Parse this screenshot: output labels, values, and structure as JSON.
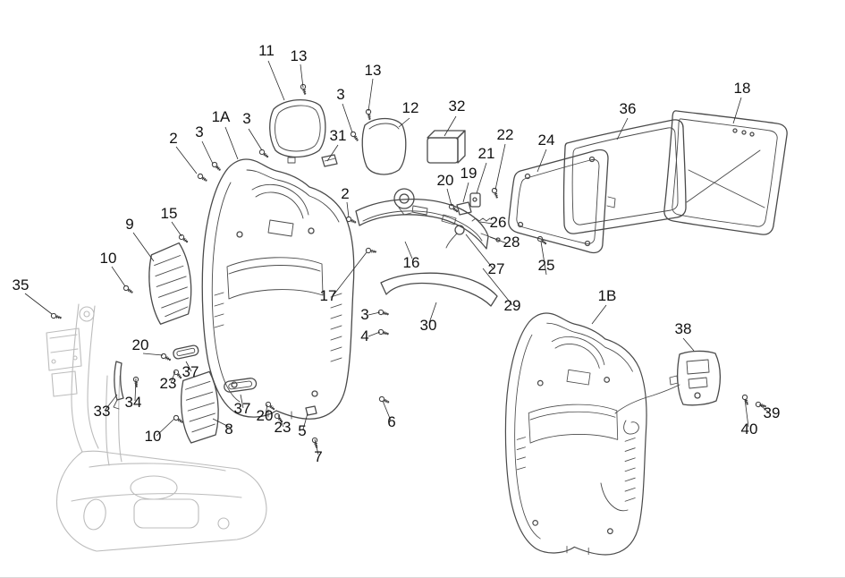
{
  "diagram": {
    "type": "exploded-parts-diagram",
    "subject": "Scooter leg shield and glove box assembly parts drawing",
    "colors": {
      "background": "#ffffff",
      "part_line": "#4a4a4a",
      "frame_line": "#bcbcbc",
      "leader_line": "#2a2a2a",
      "callout_text": "#111111"
    },
    "callouts": [
      {
        "text": "11"
      },
      {
        "text": "13"
      },
      {
        "text": "13"
      },
      {
        "text": "3"
      },
      {
        "text": "12"
      },
      {
        "text": "32"
      },
      {
        "text": "1A"
      },
      {
        "text": "3"
      },
      {
        "text": "31"
      },
      {
        "text": "2"
      },
      {
        "text": "3"
      },
      {
        "text": "22"
      },
      {
        "text": "24"
      },
      {
        "text": "36"
      },
      {
        "text": "18"
      },
      {
        "text": "21"
      },
      {
        "text": "19"
      },
      {
        "text": "20"
      },
      {
        "text": "2"
      },
      {
        "text": "9"
      },
      {
        "text": "15"
      },
      {
        "text": "26"
      },
      {
        "text": "28"
      },
      {
        "text": "25"
      },
      {
        "text": "27"
      },
      {
        "text": "16"
      },
      {
        "text": "10"
      },
      {
        "text": "35"
      },
      {
        "text": "17"
      },
      {
        "text": "3"
      },
      {
        "text": "29"
      },
      {
        "text": "30"
      },
      {
        "text": "1B"
      },
      {
        "text": "4"
      },
      {
        "text": "38"
      },
      {
        "text": "20"
      },
      {
        "text": "37"
      },
      {
        "text": "23"
      },
      {
        "text": "33"
      },
      {
        "text": "34"
      },
      {
        "text": "37"
      },
      {
        "text": "20"
      },
      {
        "text": "23"
      },
      {
        "text": "10"
      },
      {
        "text": "8"
      },
      {
        "text": "5"
      },
      {
        "text": "6"
      },
      {
        "text": "7"
      },
      {
        "text": "39"
      },
      {
        "text": "40"
      }
    ]
  }
}
